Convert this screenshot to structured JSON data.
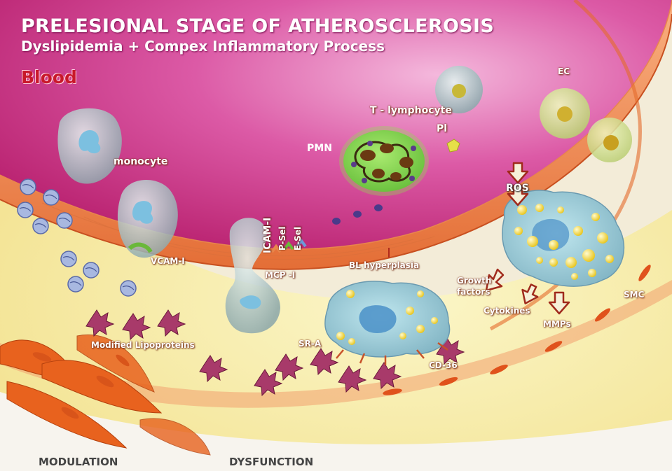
{
  "title": {
    "line1": "PRELESIONAL STAGE OF ATHEROSCLEROSIS",
    "line2": "Dyslipidemia + Compex Inflammatory Process"
  },
  "region_label": "Blood",
  "labels": {
    "ec": "EC",
    "t_lymphocyte": "T - lymphocyte",
    "pmn": "PMN",
    "pl": "Pl",
    "monocyte": "monocyte",
    "icam": "ICAM-I",
    "psel": "P-Sel",
    "esel": "E-Sel",
    "vcam": "VCAM-I",
    "mcp": "MCP -I",
    "bl_hyperplasia": "BL hyperplasia",
    "ros": "ROS",
    "growth_factors": "Growth factors",
    "cytokines": "Cytokines",
    "mmps": "MMPs",
    "smc": "SMC",
    "modified_lipoproteins": "Modified Lipoproteins",
    "sra": "SR-A",
    "cd36": "CD-36"
  },
  "footer": {
    "left": "MODULATION",
    "right": "DYSFUNCTION"
  },
  "colors": {
    "blood": "#c8307a",
    "endothelium": "#f08a50",
    "intima": "#f6eaa0",
    "smc": "#e8621e",
    "arrow": "#b02a20",
    "pmn": "#6cc83a"
  }
}
